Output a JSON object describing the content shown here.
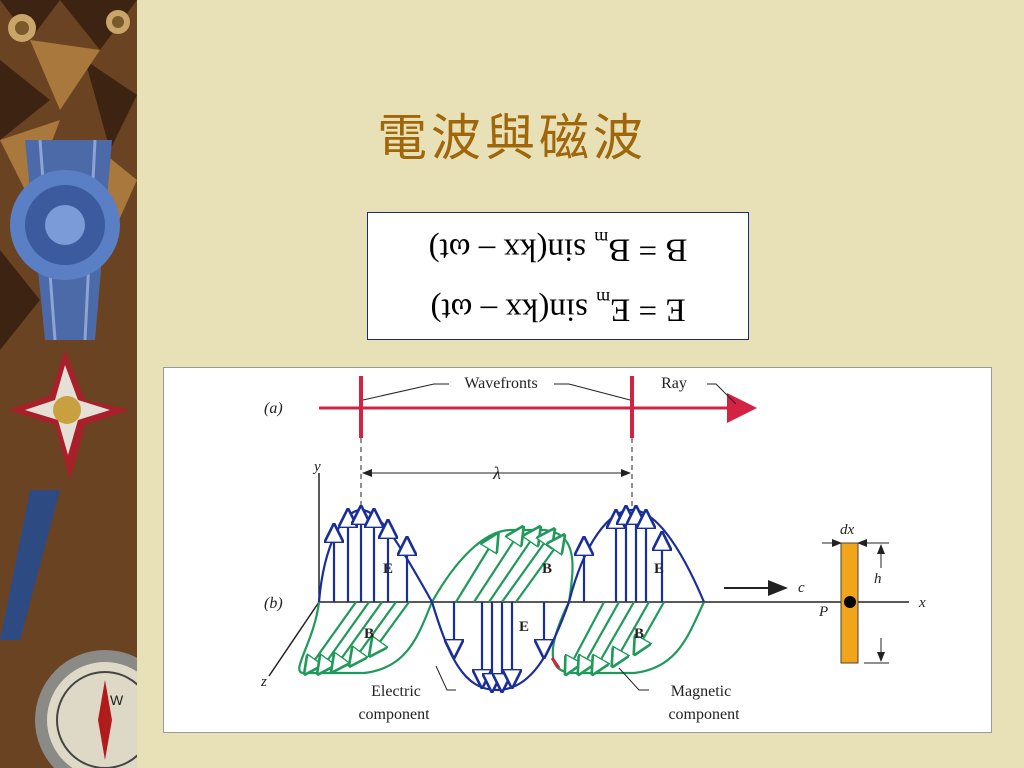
{
  "slide": {
    "title": "電波與磁波",
    "equations": {
      "b": {
        "lhs": "B",
        "amp": "B",
        "sub": "m",
        "rhs": "sin(kx – ωt)"
      },
      "e": {
        "lhs": "E",
        "amp": "E",
        "sub": "m",
        "rhs": "sin(kx – ωt)"
      }
    }
  },
  "figure": {
    "part_a": "(a)",
    "part_b": "(b)",
    "wavefronts": "Wavefronts",
    "ray": "Ray",
    "lambda": "λ",
    "axis_y": "y",
    "axis_z": "z",
    "axis_x": "x",
    "e_label": "E",
    "b_label": "B",
    "c_label": "c",
    "dx_label": "dx",
    "h_label": "h",
    "p_label": "P",
    "electric_line1": "Electric",
    "electric_line2": "component",
    "magnetic_line1": "Magnetic",
    "magnetic_line2": "component"
  },
  "colors": {
    "background": "#e8e0b6",
    "title": "#a0660a",
    "electric": "#1a2e9a",
    "magnetic": "#1f9a5a",
    "ray": "#d42342",
    "strip": "#f2a51a"
  },
  "decor": {
    "sidebar_image": "collage of medal, ribbon and compass",
    "icons": [
      "medal-icon",
      "compass-icon"
    ]
  }
}
